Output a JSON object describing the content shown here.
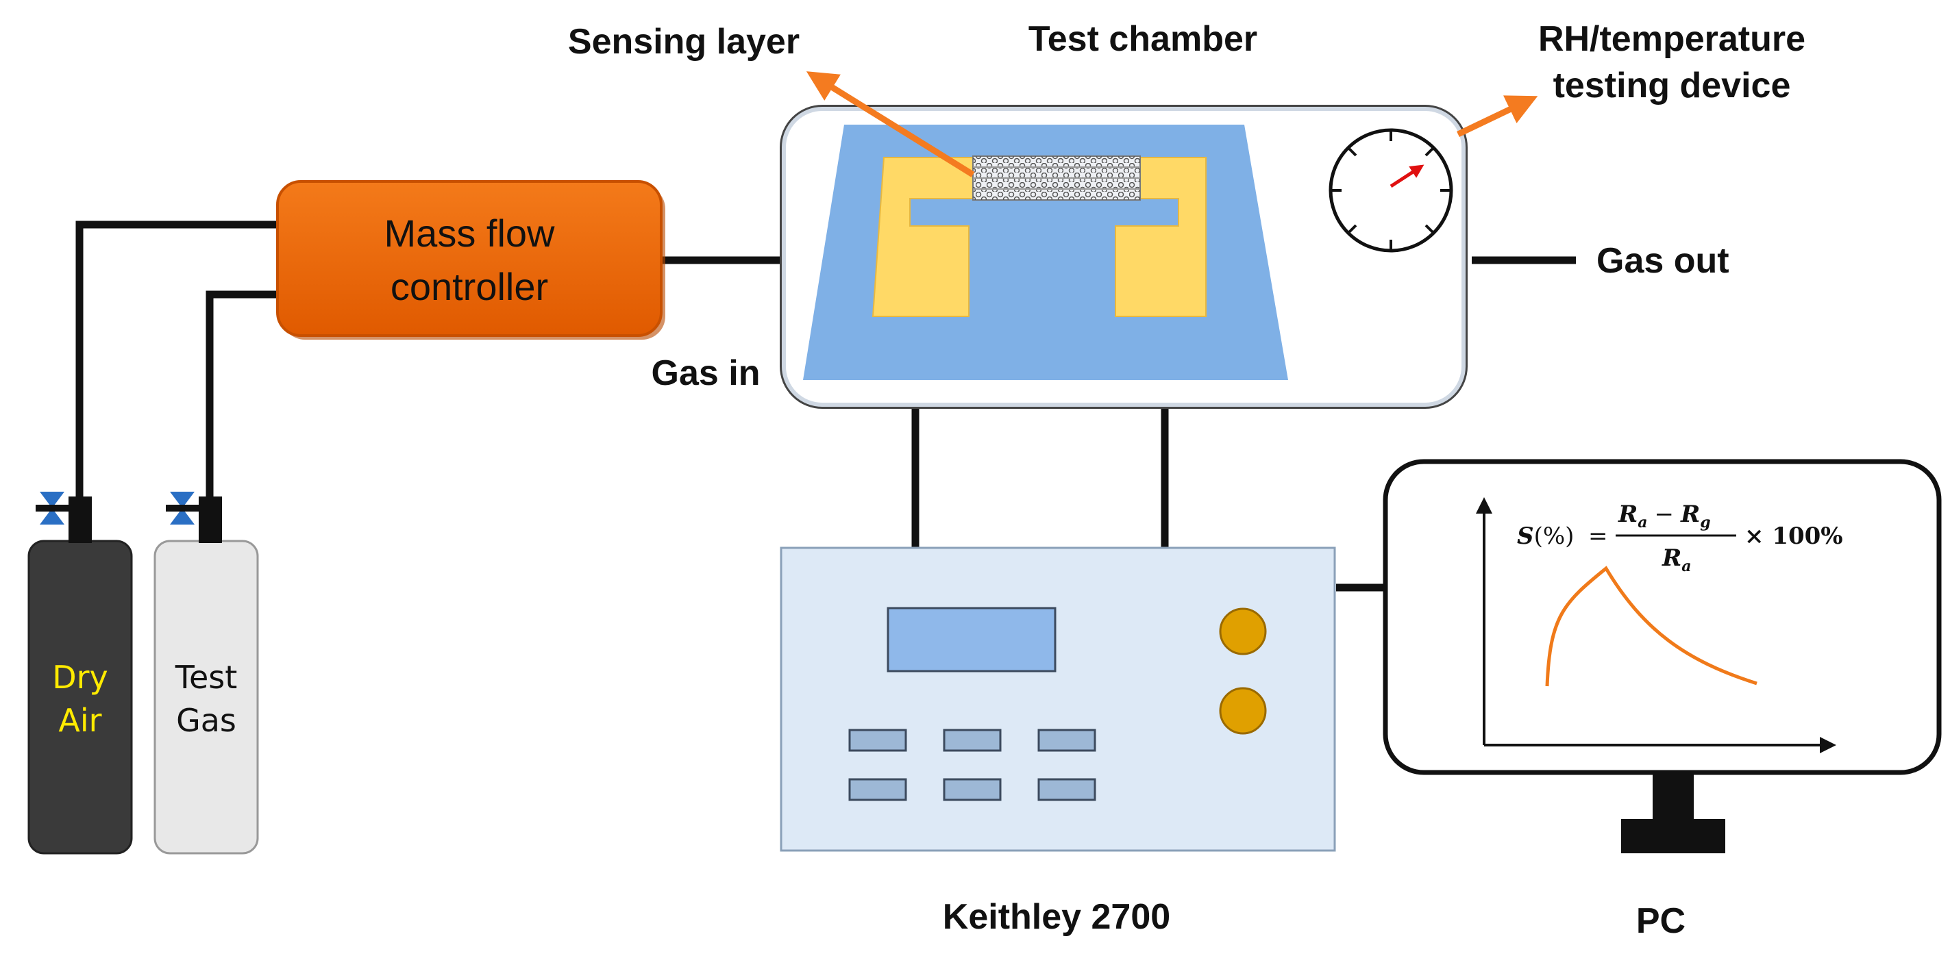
{
  "labels": {
    "sensing_layer": "Sensing layer",
    "test_chamber": "Test chamber",
    "rh_line1": "RH/temperature",
    "rh_line2": "testing device",
    "mfc_line1": "Mass flow",
    "mfc_line2": "controller",
    "gas_in": "Gas in",
    "gas_out": "Gas out",
    "keithley": "Keithley 2700",
    "pc": "PC",
    "dry_air_line1": "Dry",
    "dry_air_line2": "Air",
    "test_gas_line1": "Test",
    "test_gas_line2": "Gas"
  },
  "formula": {
    "lhs_s": "S",
    "lhs_pct": "(%)",
    "eq": "=",
    "num_r1": "R",
    "num_a": "a",
    "num_minus": "−",
    "num_r2": "R",
    "num_g": "g",
    "den_r": "R",
    "den_a": "a",
    "times": "× 100%"
  },
  "colors": {
    "mfc_fill": "#f06a0a",
    "substrate": "#7fb0e6",
    "electrode": "#ffd966",
    "arrow": "#f47b20",
    "dry_air_cylinder": "#3a3a3a",
    "dry_air_text": "#ffeb00",
    "test_gas_cylinder": "#e8e8e8",
    "knob": "#e0a000",
    "keithley_body": "#dde9f6",
    "keithley_display": "#8fb8ea",
    "curve": "#f07a1a",
    "needle": "#e01010"
  },
  "icons": {
    "valve": "valve-icon",
    "gauge": "gauge-icon",
    "arrow": "arrow-icon"
  }
}
